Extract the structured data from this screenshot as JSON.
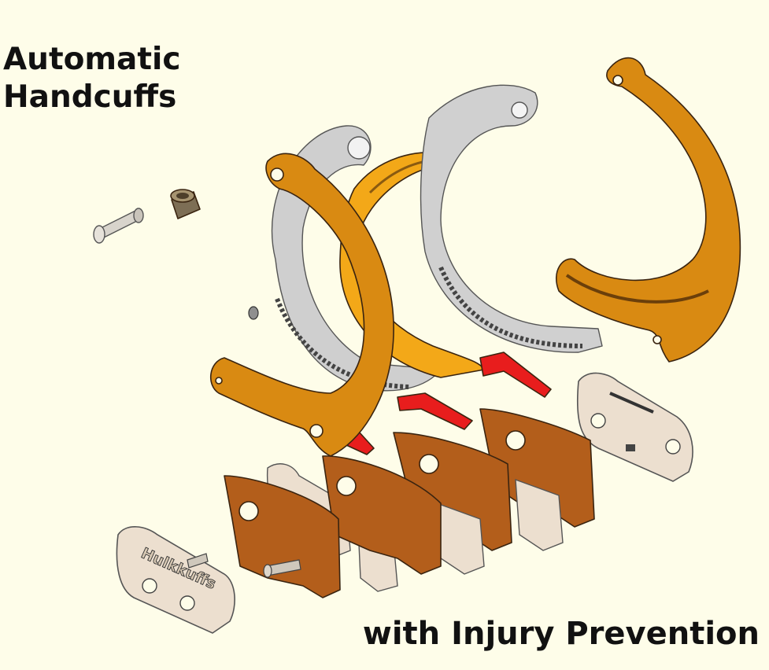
{
  "title_line1": "Automatic",
  "title_line2": "Handcuffs",
  "subtitle": "with Injury Prevention",
  "brand_engraving": "Hulkkuffs",
  "colors": {
    "background": "#fefde9",
    "orange_arm": "#d98a12",
    "gold_pawl": "#f3a818",
    "grey_body": "#d2d2d2",
    "red_pawl": "#e81d1d",
    "brown_plate": "#b35e1b",
    "cream_plate": "#ecdfcf"
  }
}
